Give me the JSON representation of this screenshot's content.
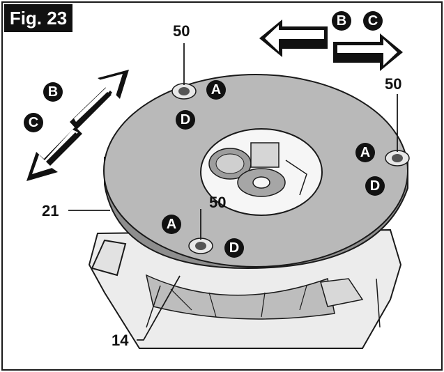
{
  "figure": {
    "label": "Fig. 23"
  },
  "callouts": {
    "screw_top": "50",
    "screw_right": "50",
    "screw_center": "50",
    "plate_edge": "21",
    "router_base": "14"
  },
  "letters": {
    "a": "A",
    "b": "B",
    "c": "C",
    "d": "D"
  },
  "colors": {
    "plate": "#b9b9b9",
    "plate_edge": "#8e8e8e",
    "outline": "#1a1a1a",
    "badge": "#111111"
  }
}
